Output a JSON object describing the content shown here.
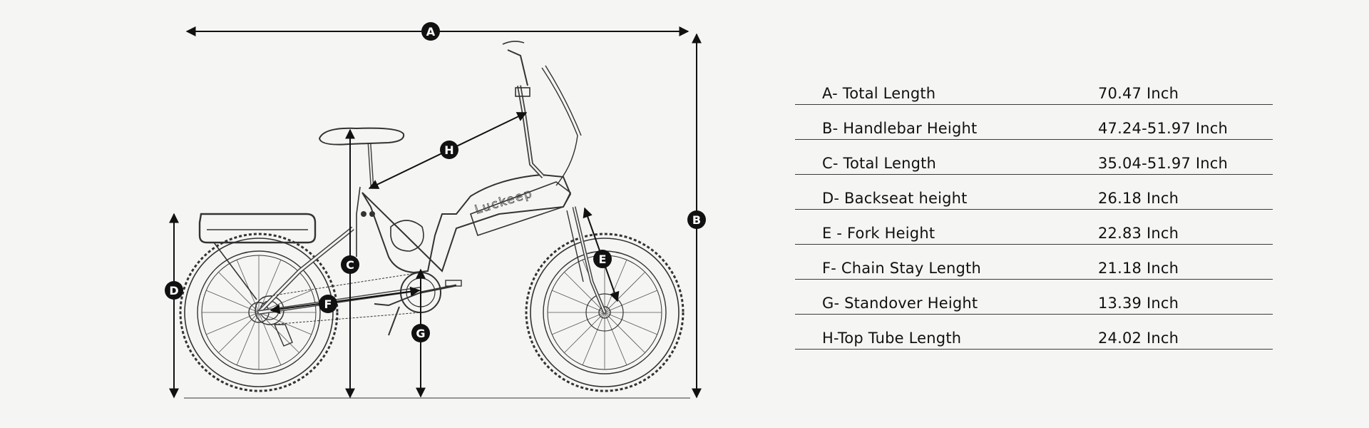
{
  "diagram": {
    "brand": "Luckeep",
    "markers": [
      "A",
      "B",
      "C",
      "D",
      "E",
      "F",
      "G",
      "H"
    ]
  },
  "specs": [
    {
      "label": "A- Total Length",
      "value": "70.47 Inch"
    },
    {
      "label": "B- Handlebar Height",
      "value": "47.24-51.97 Inch"
    },
    {
      "label": "C- Total Length",
      "value": "35.04-51.97 Inch"
    },
    {
      "label": "D- Backseat height",
      "value": "26.18 Inch"
    },
    {
      "label": "E - Fork Height",
      "value": "22.83 Inch"
    },
    {
      "label": "F- Chain Stay Length",
      "value": "21.18 Inch"
    },
    {
      "label": "G- Standover Height",
      "value": "13.39 Inch"
    },
    {
      "label": "H-Top Tube Length",
      "value": "24.02 Inch"
    }
  ],
  "colors": {
    "background": "#f5f5f4",
    "line": "#111111",
    "rule": "#3a3a3a"
  }
}
